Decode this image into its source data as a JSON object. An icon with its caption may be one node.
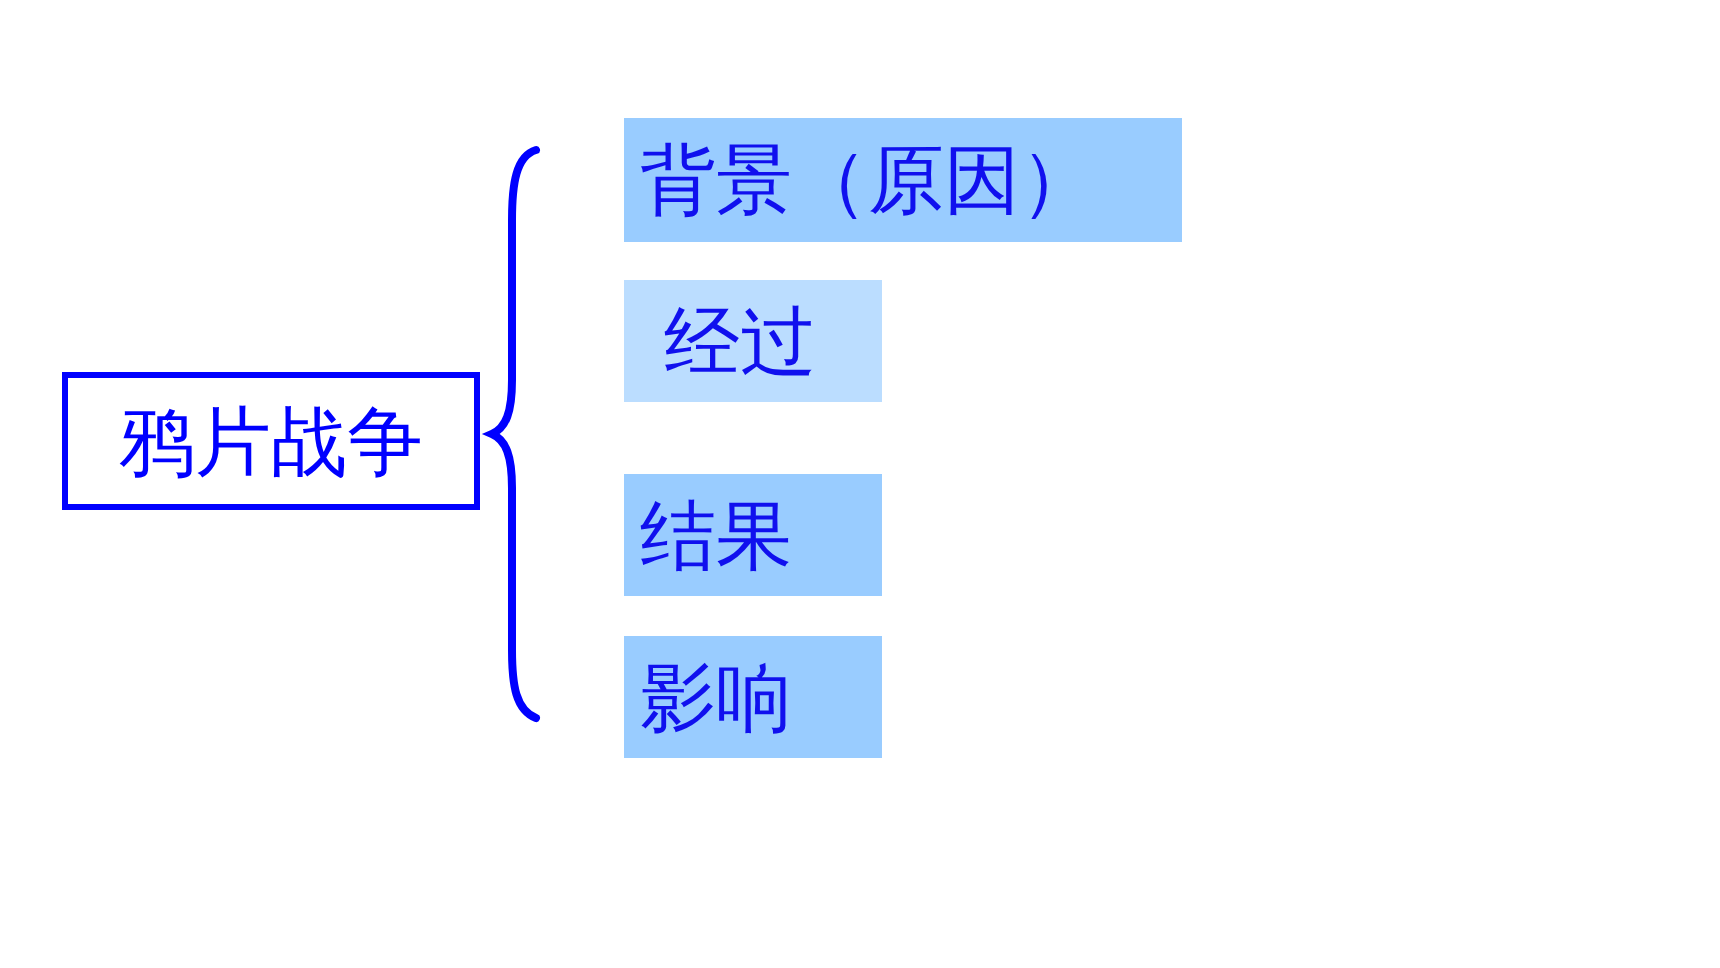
{
  "diagram": {
    "nodes": [
      {
        "text": [
          "鸦片战争"
        ]
      },
      {
        "text": [
          "背景（原因）"
        ]
      },
      {
        "text": [
          "经过"
        ]
      },
      {
        "text": [
          "结果"
        ]
      },
      {
        "text": [
          "影响"
        ]
      }
    ]
  }
}
